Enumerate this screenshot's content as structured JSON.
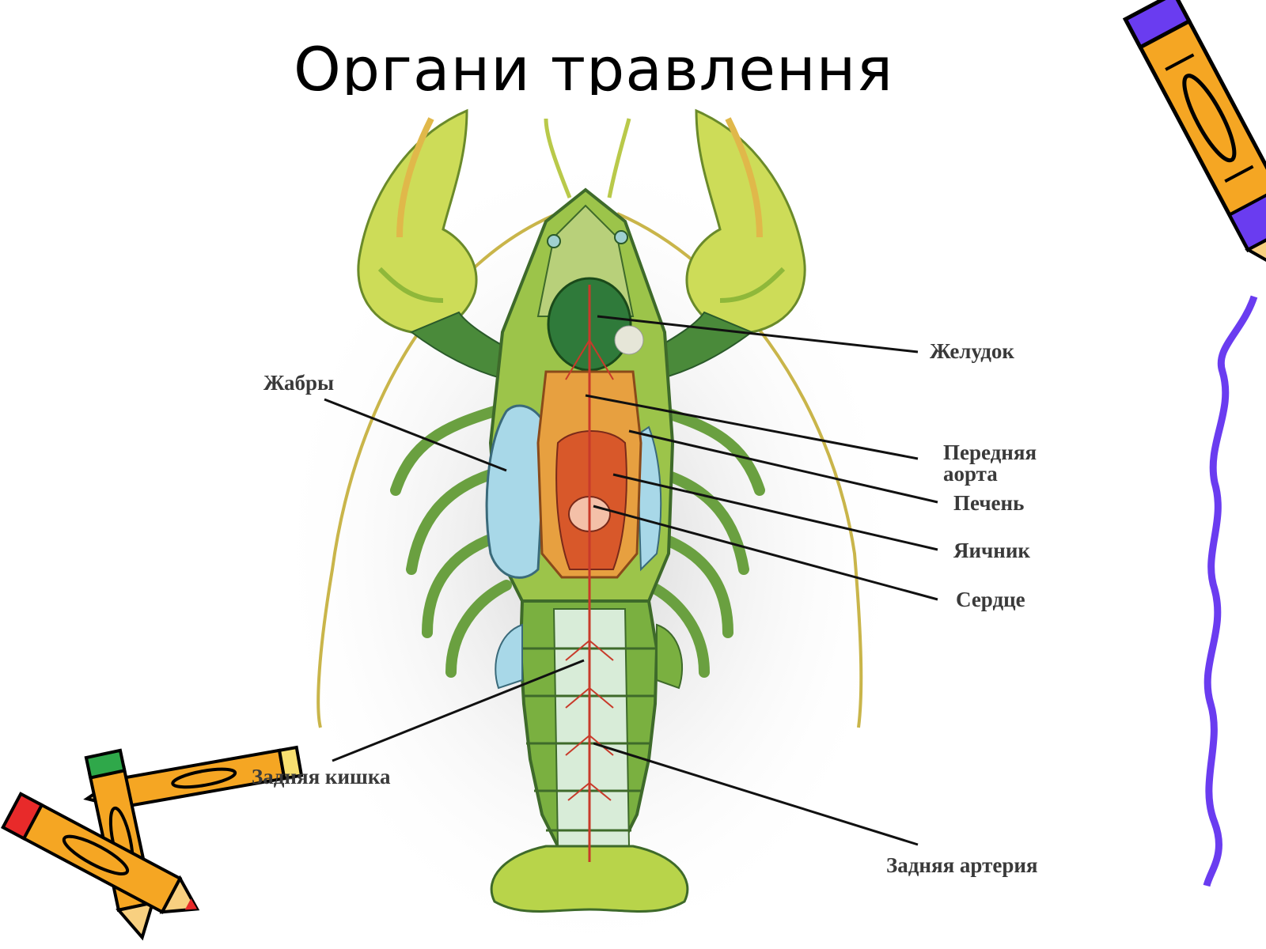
{
  "slide": {
    "title": "Органи травлення"
  },
  "diagram": {
    "labels": {
      "gills": "Жабры",
      "stomach": "Желудок",
      "front_aorta_line1": "Передняя",
      "front_aorta_line2": "аорта",
      "liver": "Печень",
      "ovary": "Яичник",
      "heart": "Сердце",
      "hindgut": "Задняя кишка",
      "rear_artery": "Задняя артерия"
    }
  },
  "colors": {
    "body_green": "#5a9a3a",
    "yellow_green": "#c8d84a",
    "gill_blue": "#a8d8e8",
    "organ_red": "#d8582a",
    "stomach_green": "#2f7a3a",
    "pencil_orange": "#f5a623",
    "ribbon_purple": "#6a3cf0"
  },
  "decorations": [
    "pencil-icon",
    "pencils-icon",
    "wavy-ribbon"
  ]
}
